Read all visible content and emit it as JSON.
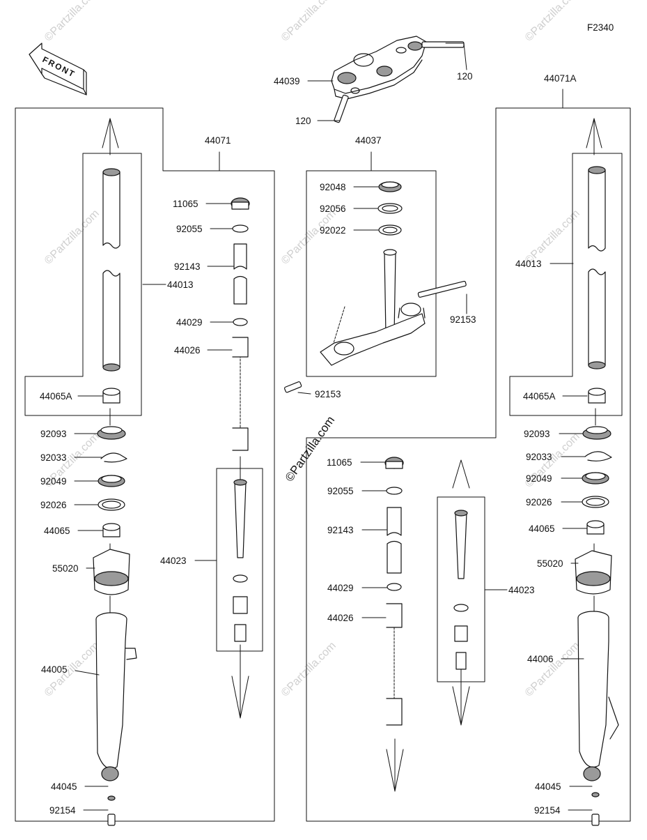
{
  "figure_code": "F2340",
  "front_arrow_label": "FRONT",
  "watermark": "©Partzilla.com",
  "colors": {
    "line": "#111111",
    "part_fill": "#ffffff",
    "part_shade": "#9a9a9a",
    "watermark": "#cfcfcf"
  },
  "labels": {
    "p120_top": "120",
    "p44039": "44039",
    "p120_bottom": "120",
    "p44071": "44071",
    "p44037": "44037",
    "p44071A": "44071A",
    "l_44013": "44013",
    "l_44065A": "44065A",
    "l_92093": "92093",
    "l_92033": "92033",
    "l_92049": "92049",
    "l_92026": "92026",
    "l_44065": "44065",
    "l_55020": "55020",
    "l_44005": "44005",
    "l_44045": "44045",
    "l_92154": "92154",
    "m_11065": "11065",
    "m_92055": "92055",
    "m_92143": "92143",
    "m_44029": "44029",
    "m_44026": "44026",
    "m_44023": "44023",
    "s_92048": "92048",
    "s_92056": "92056",
    "s_92022": "92022",
    "s_92153_a": "92153",
    "s_92153_b": "92153",
    "c_11065": "11065",
    "c_92055": "92055",
    "c_92143": "92143",
    "c_44029": "44029",
    "c_44026": "44026",
    "c_44023": "44023",
    "r_44013": "44013",
    "r_44065A": "44065A",
    "r_92093": "92093",
    "r_92033": "92033",
    "r_92049": "92049",
    "r_92026": "92026",
    "r_44065": "44065",
    "r_55020": "55020",
    "r_44006": "44006",
    "r_44045": "44045",
    "r_92154": "92154"
  }
}
